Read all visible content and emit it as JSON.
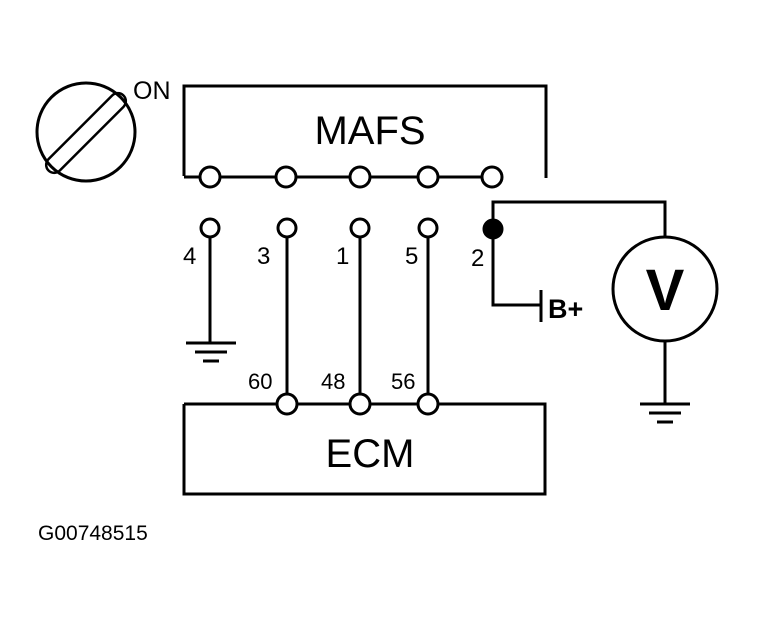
{
  "switch_label": "ON",
  "mafs": {
    "title": "MAFS"
  },
  "ecm": {
    "title": "ECM"
  },
  "pins": {
    "p4": "4",
    "p3": "3",
    "p1": "1",
    "p5": "5",
    "p2": "2"
  },
  "ecm_terminals": {
    "t60": "60",
    "t48": "48",
    "t56": "56"
  },
  "battery_label": "B+",
  "meter_label": "V",
  "figure_id": "G00748515",
  "colors": {
    "ink": "#000000",
    "background": "#ffffff"
  }
}
